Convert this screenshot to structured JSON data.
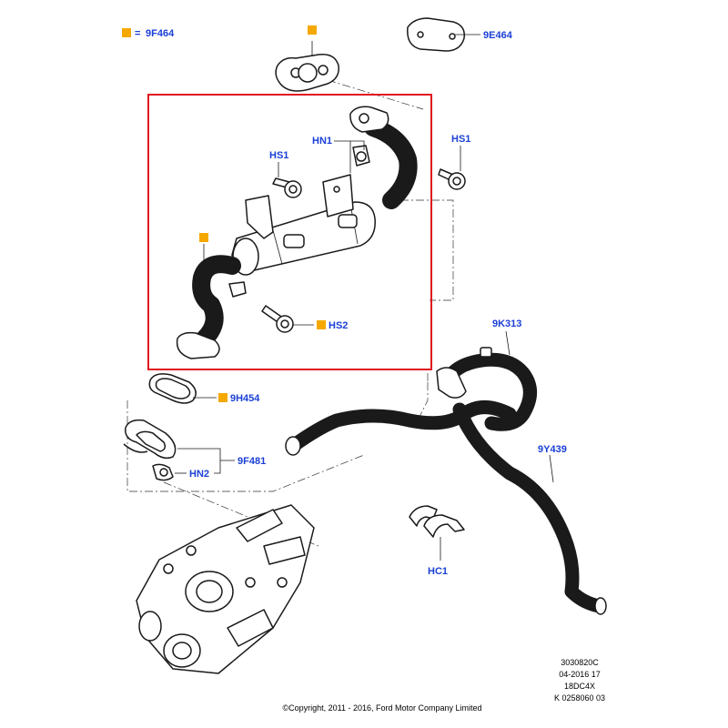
{
  "colors": {
    "label_blue": "#1a3fd6",
    "marker_orange": "#f5a800",
    "frame_red": "#e0141e"
  },
  "legend": {
    "marker": "orange-square",
    "eq": "=",
    "code": "9F464"
  },
  "labels": {
    "e464": "9E464",
    "hn1": "HN1",
    "hs1_left": "HS1",
    "hs1_right": "HS1",
    "hs2": "HS2",
    "h454": "9H454",
    "k313": "9K313",
    "f481": "9F481",
    "hn2": "HN2",
    "y439": "9Y439",
    "hc1": "HC1"
  },
  "meta": {
    "lines": [
      "3030820C",
      "04-2016 17",
      "18DC4X",
      "K 0258060 03"
    ],
    "copyright": "©Copyright, 2011 - 2016, Ford Motor Company Limited"
  }
}
